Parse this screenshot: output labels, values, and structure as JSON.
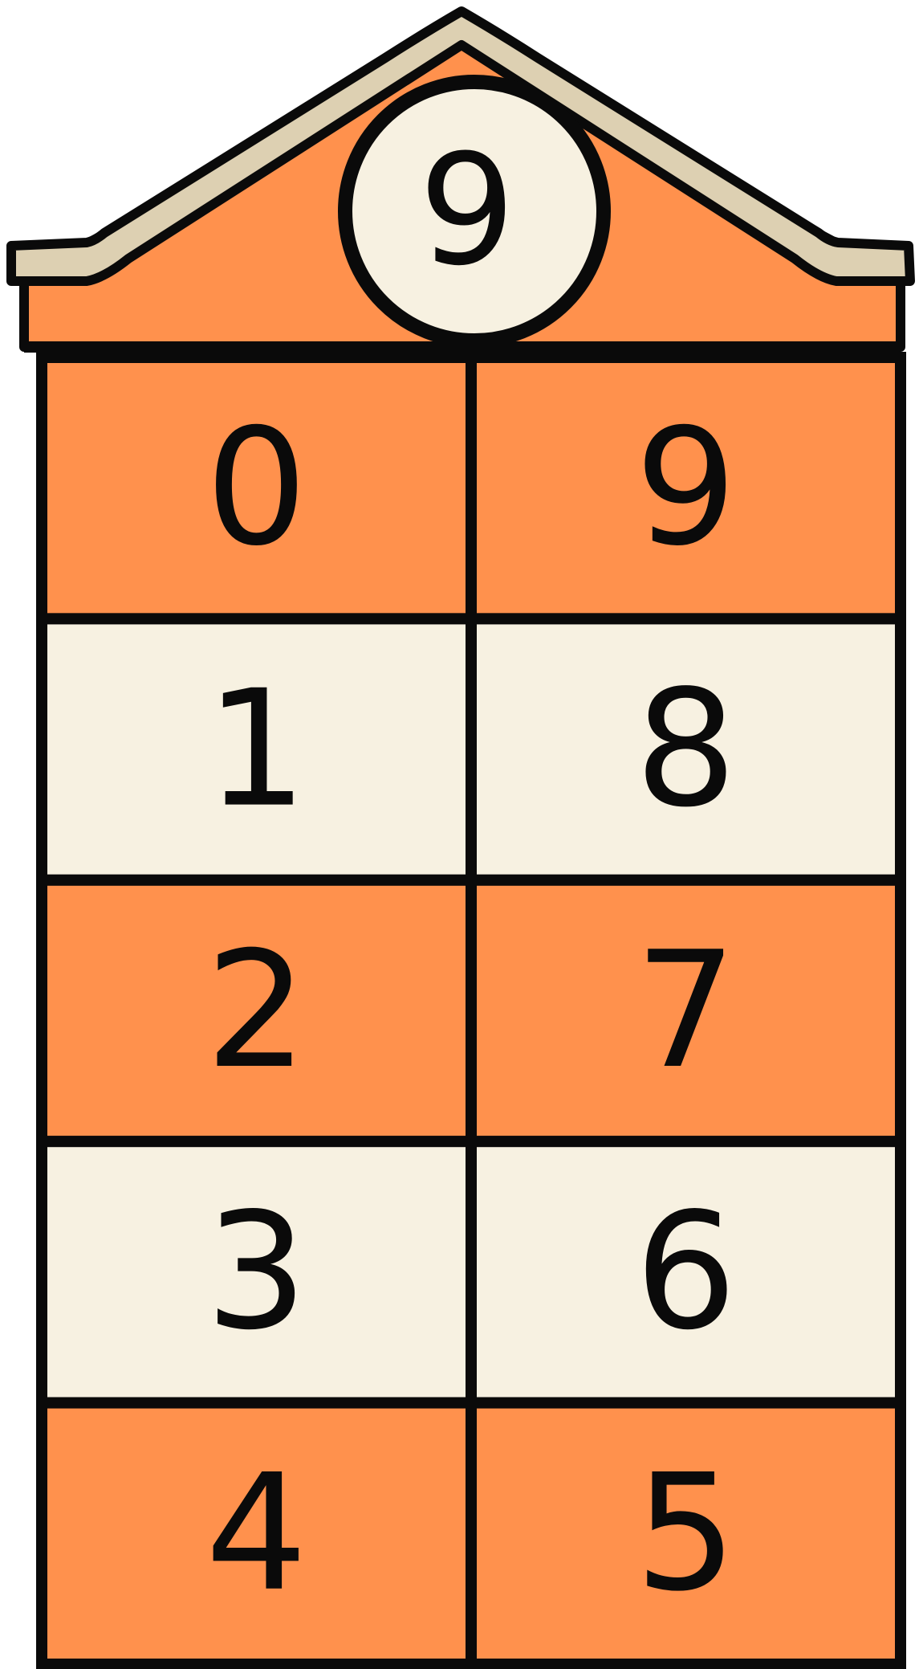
{
  "colors": {
    "orange": "#FF914D",
    "cream": "#F7F1E1",
    "trim": "#DDD0B2",
    "ink": "#0A0A0A"
  },
  "roof": {
    "number": "9"
  },
  "rows": [
    {
      "left": "0",
      "right": "9",
      "fill": "orange"
    },
    {
      "left": "1",
      "right": "8",
      "fill": "cream"
    },
    {
      "left": "2",
      "right": "7",
      "fill": "orange"
    },
    {
      "left": "3",
      "right": "6",
      "fill": "cream"
    },
    {
      "left": "4",
      "right": "5",
      "fill": "orange"
    }
  ]
}
